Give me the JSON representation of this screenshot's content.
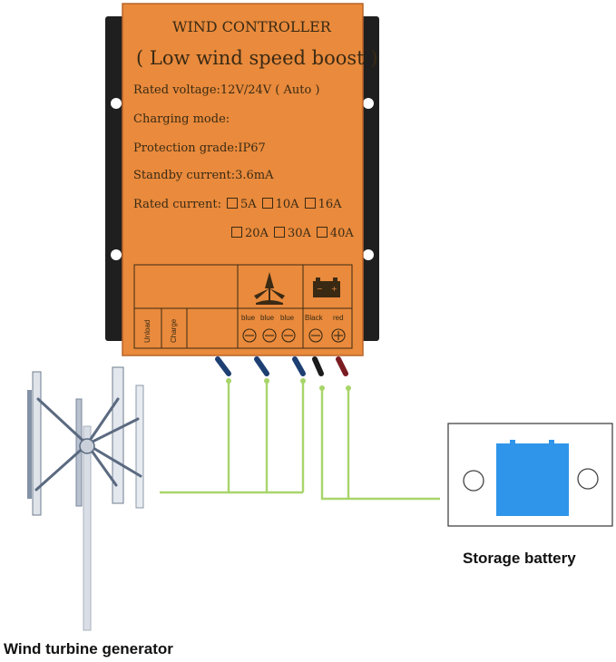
{
  "controller": {
    "title": "WIND CONTROLLER",
    "subtitle": "( Low wind speed boost )",
    "rated_voltage": "Rated voltage:12V/24V ( Auto )",
    "charging_mode": "Charging mode:",
    "protection_grade": "Protection grade:IP67",
    "standby_current": "Standby current:3.6mA",
    "rated_current_label": "Rated current:",
    "current_options": [
      "5A",
      "10A",
      "16A",
      "20A",
      "30A",
      "40A"
    ],
    "terminal_labels": {
      "unload": "Unload",
      "charge": "Charge",
      "blue": "blue",
      "black": "Black",
      "red": "red"
    },
    "colors": {
      "panel": "#e98a3c",
      "bracket": "#1f1f1f",
      "wire": "#a8d56a"
    }
  },
  "labels": {
    "battery": "Storage battery",
    "turbine": "Wind turbine generator"
  },
  "battery": {
    "color": "#2f95ea"
  }
}
